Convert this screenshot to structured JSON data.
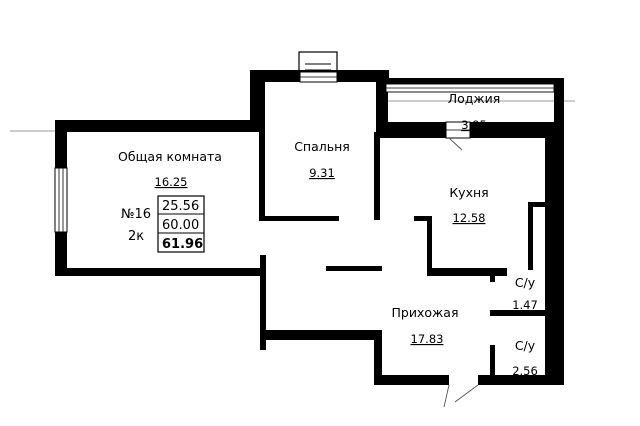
{
  "rooms": {
    "living": {
      "name": "Общая комната",
      "area": "16.25"
    },
    "bedroom": {
      "name": "Спальня",
      "area": "9.31"
    },
    "loggia": {
      "name": "Лоджия",
      "area": "3.85"
    },
    "kitchen": {
      "name": "Кухня",
      "area": "12.58"
    },
    "bath1": {
      "name": "С/у",
      "area": "1.47"
    },
    "hall": {
      "name": "Прихожая",
      "area": "17.83"
    },
    "bath2": {
      "name": "С/у",
      "area": "2.56"
    }
  },
  "apartment": {
    "number": "№16",
    "rooms_count": "2к",
    "living_area": "25.56",
    "total_area": "60.00",
    "total_with_loggia": "61.96"
  },
  "colors": {
    "wall": "#000000",
    "background": "#ffffff",
    "thin_line": "#555555"
  }
}
